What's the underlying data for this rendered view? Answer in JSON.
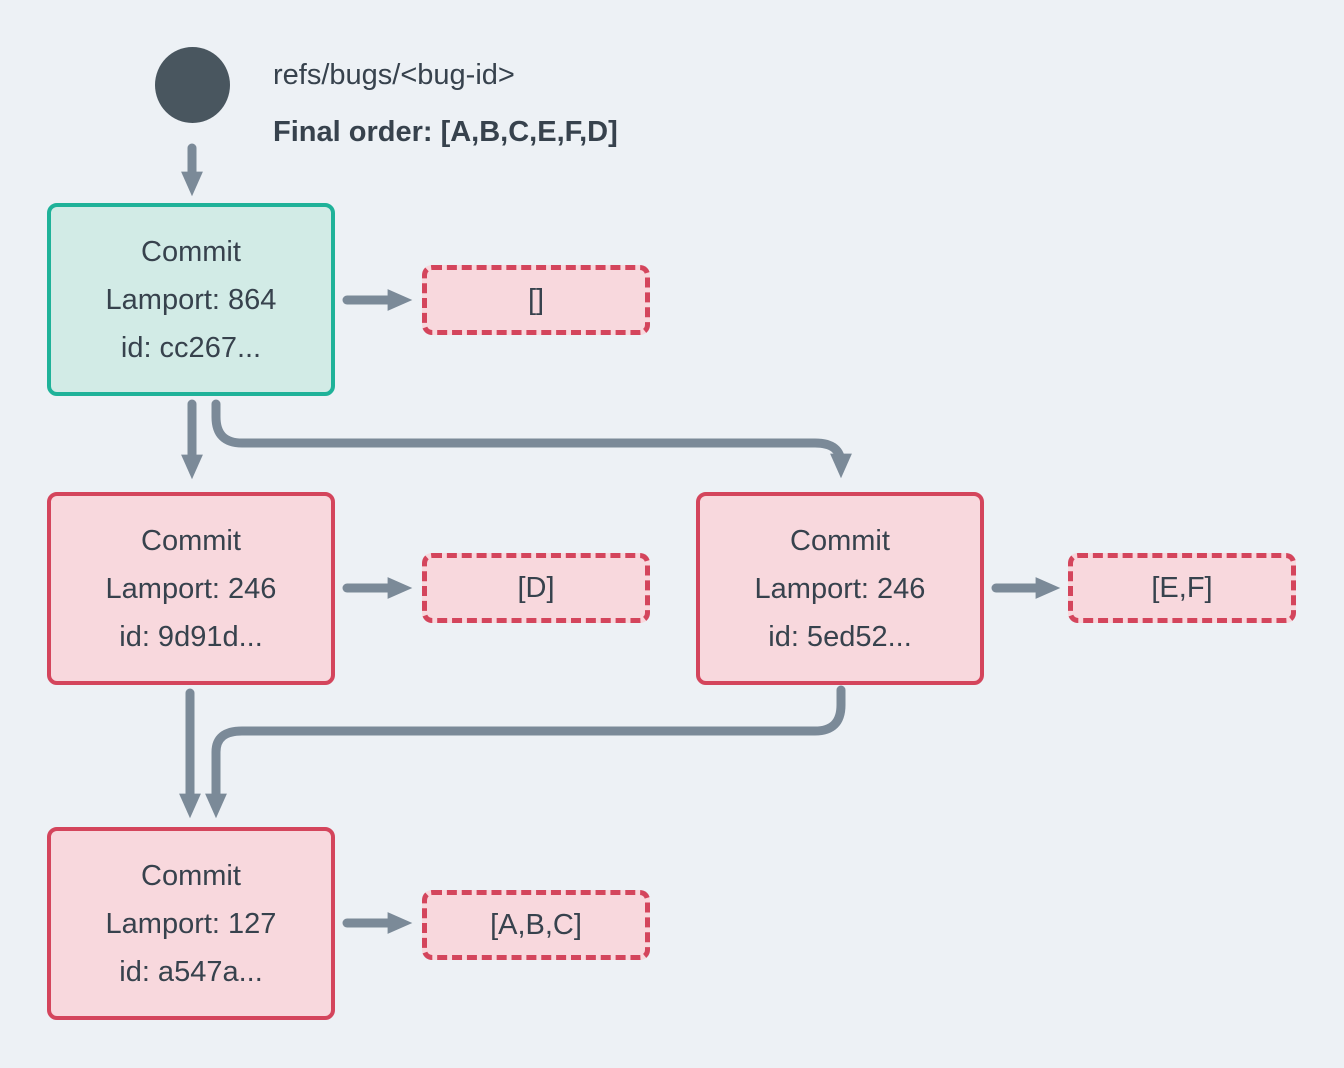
{
  "colors": {
    "background": "#edf1f5",
    "text": "#37424d",
    "arrow": "#7b8a98",
    "ref_circle": "#49565f",
    "teal_border": "#1fb299",
    "teal_fill": "#d2ebe6",
    "red_border": "#d4455c",
    "pink_fill": "#f8d8dd"
  },
  "header": {
    "ref_name": "refs/bugs/<bug-id>",
    "final_order": "Final order: [A,B,C,E,F,D]"
  },
  "commits": [
    {
      "title": "Commit",
      "lamport": "Lamport: 864",
      "id": "id: cc267...",
      "operations": "[]"
    },
    {
      "title": "Commit",
      "lamport": "Lamport: 246",
      "id": "id: 9d91d...",
      "operations": "[D]"
    },
    {
      "title": "Commit",
      "lamport": "Lamport: 246",
      "id": "id: 5ed52...",
      "operations": "[E,F]"
    },
    {
      "title": "Commit",
      "lamport": "Lamport: 127",
      "id": "id: a547a...",
      "operations": "[A,B,C]"
    }
  ]
}
